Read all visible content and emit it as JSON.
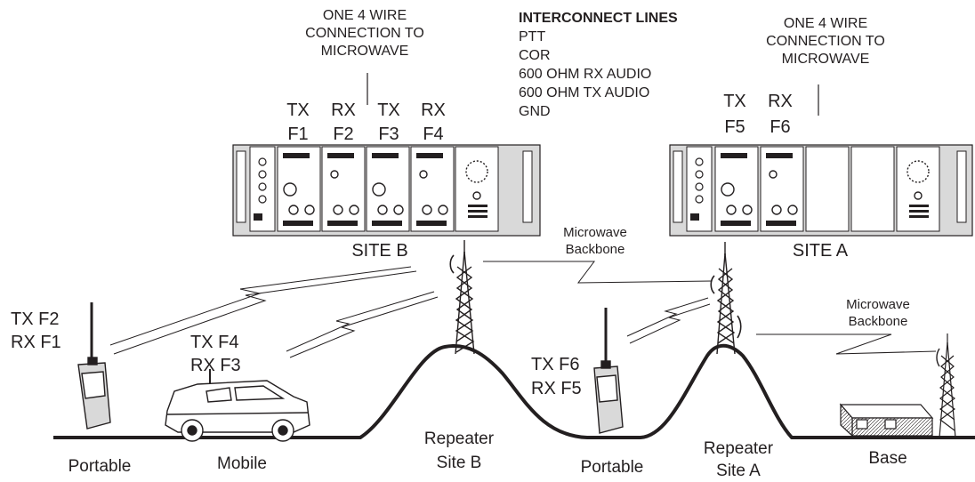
{
  "site_b_note": [
    "ONE 4 WIRE",
    "CONNECTION TO",
    "MICROWAVE"
  ],
  "site_a_note": [
    "ONE 4 WIRE",
    "CONNECTION TO",
    "MICROWAVE"
  ],
  "interconnect": {
    "title": "INTERCONNECT LINES",
    "lines": [
      "PTT",
      "COR",
      "600 OHM RX AUDIO",
      "600 OHM TX AUDIO",
      "GND"
    ]
  },
  "site_b_modules": [
    {
      "mode": "TX",
      "freq": "F1"
    },
    {
      "mode": "RX",
      "freq": "F2"
    },
    {
      "mode": "TX",
      "freq": "F3"
    },
    {
      "mode": "RX",
      "freq": "F4"
    }
  ],
  "site_a_modules": [
    {
      "mode": "TX",
      "freq": "F5"
    },
    {
      "mode": "RX",
      "freq": "F6"
    }
  ],
  "site_b_label": "SITE B",
  "site_a_label": "SITE A",
  "microwave_backbone_1": [
    "Microwave",
    "Backbone"
  ],
  "microwave_backbone_2": [
    "Microwave",
    "Backbone"
  ],
  "portable_1": {
    "tx": "TX F2",
    "rx": "RX F1",
    "label": "Portable"
  },
  "mobile": {
    "tx": "TX F4",
    "rx": "RX F3",
    "label": "Mobile"
  },
  "portable_2": {
    "tx": "TX F6",
    "rx": "RX F5",
    "label": "Portable"
  },
  "repeater_b": [
    "Repeater",
    "Site B"
  ],
  "repeater_a": [
    "Repeater",
    "Site A"
  ],
  "base": {
    "label": "Base"
  },
  "colors": {
    "ink": "#231f20",
    "panel": "#d9d9d9",
    "paper": "#ffffff"
  }
}
